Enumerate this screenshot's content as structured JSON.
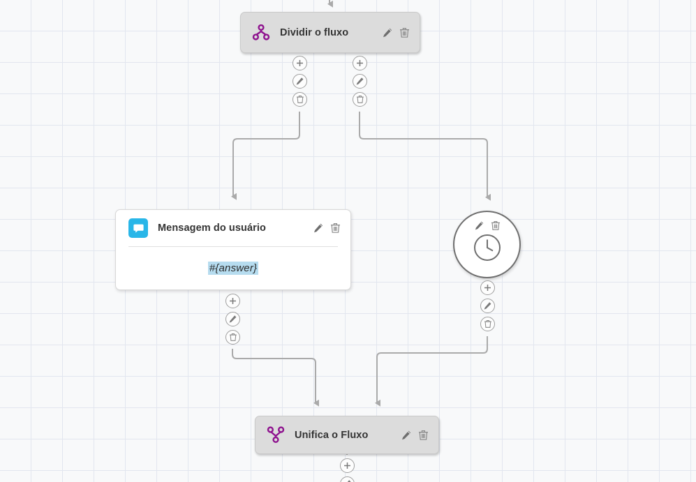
{
  "canvas": {
    "background_color": "#f8f9fa",
    "grid_color": "#e2e6ef",
    "grid_size": 45
  },
  "colors": {
    "node_gray": "#dcdcdc",
    "node_white": "#ffffff",
    "accent_purple": "#8e128e",
    "accent_blue": "#29b6e8",
    "highlight_blue": "#b6dcef",
    "edge_gray": "#aaaaaa",
    "icon_gray": "#7a7a7a"
  },
  "nodes": {
    "split": {
      "title": "Dividir o fluxo",
      "icon": "split-flow-icon",
      "edit_label": "edit-icon",
      "delete_label": "delete-icon"
    },
    "user_message": {
      "title": "Mensagem do usuário",
      "icon": "chat-bubble-icon",
      "variable": "#{answer}",
      "edit_label": "edit-icon",
      "delete_label": "delete-icon"
    },
    "timer": {
      "icon": "clock-icon",
      "edit_label": "edit-icon",
      "delete_label": "delete-icon"
    },
    "merge": {
      "title": "Unifica o Fluxo",
      "icon": "merge-flow-icon",
      "edit_label": "edit-icon",
      "delete_label": "delete-icon"
    }
  },
  "connector_buttons": {
    "add": "+",
    "edit": "edit-icon",
    "delete": "delete-icon"
  }
}
